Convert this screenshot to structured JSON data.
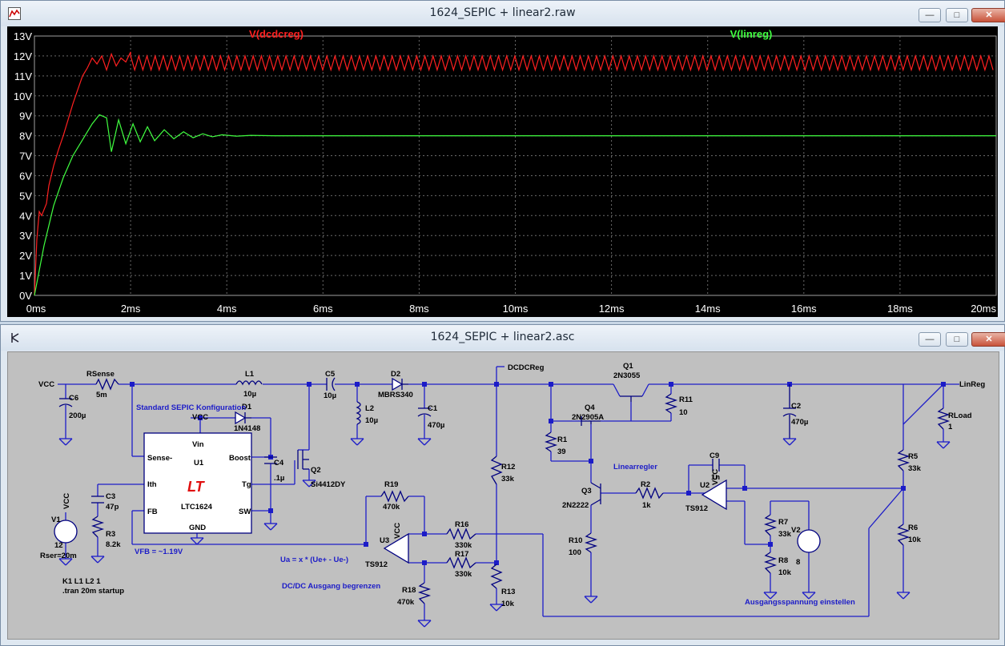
{
  "plot_window": {
    "title": "1624_SEPIC + linear2.raw",
    "controls": {
      "minimize": "—",
      "maximize": "□",
      "close": "✕"
    },
    "trace1": "V(dcdcreg)",
    "trace2": "V(linreg)",
    "colors": {
      "trace1": "#ff2020",
      "trace2": "#40ff40",
      "grid": "#6a6a6a",
      "background": "#000000",
      "axis_text": "#ffffff"
    }
  },
  "chart_data": {
    "type": "line",
    "title": "",
    "xlabel": "",
    "ylabel": "",
    "x_ticks": [
      "0ms",
      "2ms",
      "4ms",
      "6ms",
      "8ms",
      "10ms",
      "12ms",
      "14ms",
      "16ms",
      "18ms",
      "20ms"
    ],
    "y_ticks": [
      "0V",
      "1V",
      "2V",
      "3V",
      "4V",
      "5V",
      "6V",
      "7V",
      "8V",
      "9V",
      "10V",
      "11V",
      "12V",
      "13V"
    ],
    "xlim": [
      0,
      20
    ],
    "ylim": [
      0,
      13
    ],
    "grid": true,
    "series": [
      {
        "name": "V(dcdcreg)",
        "x": [
          0,
          0.05,
          0.1,
          0.15,
          0.2,
          0.25,
          0.3,
          0.4,
          0.5,
          0.6,
          0.7,
          0.8,
          0.9,
          1.0,
          1.1,
          1.2,
          1.3,
          1.4,
          1.5,
          1.6,
          1.7,
          1.8,
          1.9,
          2.0
        ],
        "values": [
          0,
          2.8,
          4.2,
          4.0,
          4.3,
          4.6,
          5.5,
          6.5,
          7.3,
          8.0,
          8.8,
          9.6,
          10.3,
          11.0,
          11.4,
          11.9,
          11.6,
          12.0,
          11.3,
          12.1,
          11.5,
          11.9,
          11.7,
          12.2
        ],
        "steady_state": {
          "from": 2.0,
          "to": 20,
          "min": 11.3,
          "max": 12.0,
          "period": 0.17
        }
      },
      {
        "name": "V(linreg)",
        "x": [
          0,
          0.2,
          0.4,
          0.6,
          0.8,
          1.0,
          1.2,
          1.35,
          1.5,
          1.6,
          1.75,
          1.9,
          2.05,
          2.2,
          2.35,
          2.5,
          2.7,
          2.9,
          3.1,
          3.3,
          3.5,
          3.7,
          3.9,
          4.2,
          4.5,
          5.0,
          5.5,
          6.0,
          20
        ],
        "values": [
          0,
          2.5,
          4.5,
          5.9,
          7.0,
          7.8,
          8.6,
          9.05,
          8.9,
          7.2,
          8.8,
          7.6,
          8.6,
          7.7,
          8.45,
          7.75,
          8.3,
          7.85,
          8.2,
          7.9,
          8.1,
          7.95,
          8.05,
          7.98,
          8.02,
          8.0,
          8.0,
          8.0,
          8.0
        ]
      }
    ]
  },
  "schematic_window": {
    "title": "1624_SEPIC + linear2.asc",
    "controls": {
      "minimize": "—",
      "maximize": "□",
      "close": "✕"
    },
    "colors": {
      "wire": "#1c1cc8",
      "component": "#000080",
      "text": "#000000",
      "comment": "#1c1cc8",
      "background": "#c0c0c0"
    },
    "labels": {
      "vcc_top": "VCC",
      "rsense": "RSense",
      "rsense_val": "5m",
      "c6": "C6",
      "c6_val": "200µ",
      "l1": "L1",
      "l1_val": "10µ",
      "c5": "C5",
      "c5_val": "10µ",
      "d2": "D2",
      "d2_val": "MBRS340",
      "dcdcreg": "DCDCReg",
      "q1": "Q1",
      "q1_val": "2N3055",
      "linreg": "LinReg",
      "sepic_note": "Standard SEPIC Konfiguration",
      "vcc_d1": "VCC",
      "d1": "D1",
      "d1_val": "1N4148",
      "l2": "L2",
      "l2_val": "10µ",
      "c1": "C1",
      "c1_val": "470µ",
      "r11": "R11",
      "r11_val": "10",
      "c2": "C2",
      "c2_val": "470µ",
      "rload": "RLoad",
      "rload_val": "1",
      "q4": "Q4",
      "q4_val": "2N2905A",
      "ic_vin": "Vin",
      "ic_sense": "Sense-",
      "ic_u1": "U1",
      "ic_boost": "Boost",
      "ic_ith": "Ith",
      "ic_tg": "Tg",
      "ic_fb": "FB",
      "ic_sw": "SW",
      "ic_gnd": "GND",
      "ic_name": "LTC1624",
      "c4": "C4",
      "c4_val": ".1µ",
      "q2": "Q2",
      "q2_val": "Si4412DY",
      "r1": "R1",
      "r1_val": "39",
      "linearregler": "Linearregler",
      "c9": "C9",
      "c9_val": "1n",
      "r12": "R12",
      "r12_val": "33k",
      "r5": "R5",
      "r5_val": "33k",
      "c3": "C3",
      "c3_val": "47p",
      "vcc_v1": "VCC",
      "v1": "V1",
      "v1_val": "12",
      "v1_rser": "Rser=20m",
      "r3": "R3",
      "r3_val": "8.2k",
      "r19": "R19",
      "r19_val": "470k",
      "q3": "Q3",
      "q3_val": "2N2222",
      "r2": "R2",
      "r2_val": "1k",
      "vcc_u2": "VCC",
      "u2": "U2",
      "u2_val": "TS912",
      "r7": "R7",
      "r7_val": "33k",
      "v2": "V2",
      "v2_val": "8",
      "r6": "R6",
      "r6_val": "10k",
      "vcc_u3": "VCC",
      "u3": "U3",
      "u3_val": "TS912",
      "r16": "R16",
      "r16_val": "330k",
      "r10": "R10",
      "r10_val": "100",
      "r8": "R8",
      "r8_val": "10k",
      "vfb": "VFB = ~1.19V",
      "ua": "Ua = x * (Ue+ - Ue-)",
      "r17": "R17",
      "r17_val": "330k",
      "k_directive": "K1 L1 L2 1",
      "tran_directive": ".tran 20m startup",
      "dcdc_note": "DC/DC Ausgang begrenzen",
      "r18": "R18",
      "r18_val": "470k",
      "r13": "R13",
      "r13_val": "10k",
      "ausgang_note": "Ausgangsspannung einstellen"
    }
  }
}
